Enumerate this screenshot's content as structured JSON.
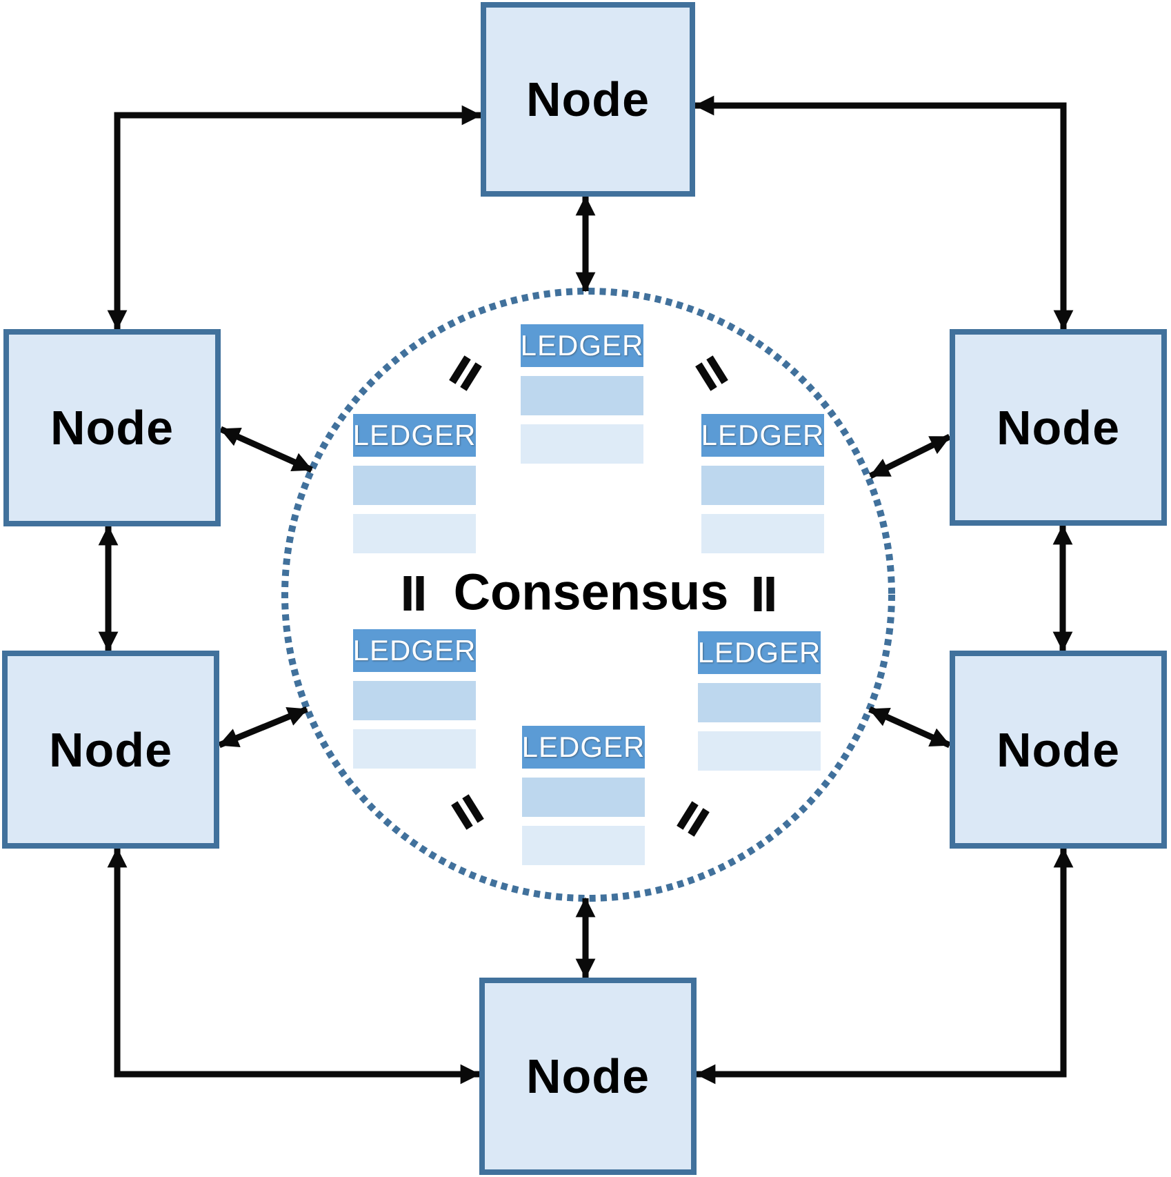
{
  "diagram": {
    "consensus_label": "Consensus",
    "nodes": [
      {
        "id": "node-top",
        "label": "Node"
      },
      {
        "id": "node-left-upper",
        "label": "Node"
      },
      {
        "id": "node-left-lower",
        "label": "Node"
      },
      {
        "id": "node-right-upper",
        "label": "Node"
      },
      {
        "id": "node-right-lower",
        "label": "Node"
      },
      {
        "id": "node-bottom",
        "label": "Node"
      }
    ],
    "ledgers": [
      {
        "id": "ledger-top",
        "label": "LEDGER",
        "rows": 2
      },
      {
        "id": "ledger-left",
        "label": "LEDGER",
        "rows": 2
      },
      {
        "id": "ledger-right",
        "label": "LEDGER",
        "rows": 2
      },
      {
        "id": "ledger-bottom-left",
        "label": "LEDGER",
        "rows": 2
      },
      {
        "id": "ledger-bottom-right",
        "label": "LEDGER",
        "rows": 2
      },
      {
        "id": "ledger-bottom-center",
        "label": "LEDGER",
        "rows": 2
      }
    ],
    "equality_marks": {
      "symbol": "=",
      "count": 6
    },
    "connections": [
      {
        "from": "node-left-upper",
        "to": "node-top",
        "shape": "elbow",
        "bidirectional": true
      },
      {
        "from": "node-right-upper",
        "to": "node-top",
        "shape": "elbow",
        "bidirectional": true
      },
      {
        "from": "node-left-lower",
        "to": "node-bottom",
        "shape": "elbow",
        "bidirectional": true
      },
      {
        "from": "node-right-lower",
        "to": "node-bottom",
        "shape": "elbow",
        "bidirectional": true
      },
      {
        "from": "node-top",
        "to": "consensus-circle",
        "shape": "straight",
        "bidirectional": true
      },
      {
        "from": "node-bottom",
        "to": "consensus-circle",
        "shape": "straight",
        "bidirectional": true
      },
      {
        "from": "node-left-upper",
        "to": "node-left-lower",
        "shape": "straight",
        "bidirectional": true
      },
      {
        "from": "node-right-upper",
        "to": "node-right-lower",
        "shape": "straight",
        "bidirectional": true
      },
      {
        "from": "node-left-upper",
        "to": "consensus-circle",
        "shape": "diagonal",
        "bidirectional": true
      },
      {
        "from": "node-left-lower",
        "to": "consensus-circle",
        "shape": "diagonal",
        "bidirectional": true
      },
      {
        "from": "node-right-upper",
        "to": "consensus-circle",
        "shape": "diagonal",
        "bidirectional": true
      },
      {
        "from": "node-right-lower",
        "to": "consensus-circle",
        "shape": "diagonal",
        "bidirectional": true
      }
    ],
    "colors": {
      "node_fill": "#dbe8f6",
      "node_border": "#41719c",
      "node_text": "#000000",
      "ledger_header_bg": "#5b9bd5",
      "ledger_header_text": "#ffffff",
      "ledger_row1_bg": "#bdd7ee",
      "ledger_row2_bg": "#deebf7",
      "circle_dots": "#41719c",
      "arrow_color": "#0a0a0a",
      "consensus_text": "#000000"
    }
  }
}
